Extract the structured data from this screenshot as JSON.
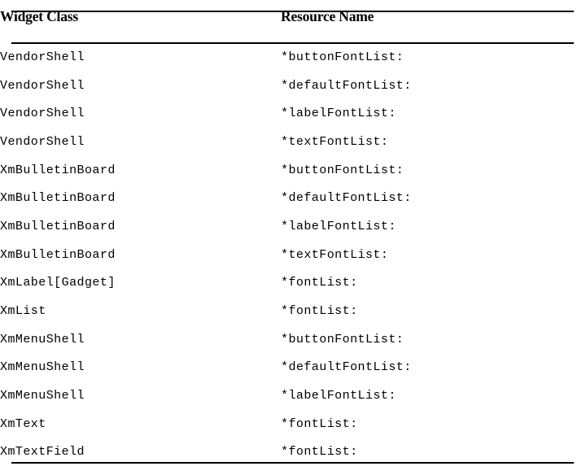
{
  "document": {
    "type": "reference-table",
    "background_color": "#ffffff",
    "text_color": "#000000",
    "rule_color": "#000000"
  },
  "table": {
    "headers": [
      "Widget Class",
      "Resource Name"
    ],
    "rows": [
      {
        "widget_class": "VendorShell",
        "resource_name": "*buttonFontList:"
      },
      {
        "widget_class": "VendorShell",
        "resource_name": "*defaultFontList:"
      },
      {
        "widget_class": "VendorShell",
        "resource_name": "*labelFontList:"
      },
      {
        "widget_class": "VendorShell",
        "resource_name": "*textFontList:"
      },
      {
        "widget_class": "XmBulletinBoard",
        "resource_name": "*buttonFontList:"
      },
      {
        "widget_class": "XmBulletinBoard",
        "resource_name": "*defaultFontList:"
      },
      {
        "widget_class": "XmBulletinBoard",
        "resource_name": "*labelFontList:"
      },
      {
        "widget_class": "XmBulletinBoard",
        "resource_name": "*textFontList:"
      },
      {
        "widget_class": "XmLabel[Gadget]",
        "resource_name": "*fontList:"
      },
      {
        "widget_class": "XmList",
        "resource_name": "*fontList:"
      },
      {
        "widget_class": "XmMenuShell",
        "resource_name": "*buttonFontList:"
      },
      {
        "widget_class": "XmMenuShell",
        "resource_name": "*defaultFontList:"
      },
      {
        "widget_class": "XmMenuShell",
        "resource_name": "*labelFontList:"
      },
      {
        "widget_class": "XmText",
        "resource_name": "*fontList:"
      },
      {
        "widget_class": "XmTextField",
        "resource_name": "*fontList:"
      }
    ]
  }
}
